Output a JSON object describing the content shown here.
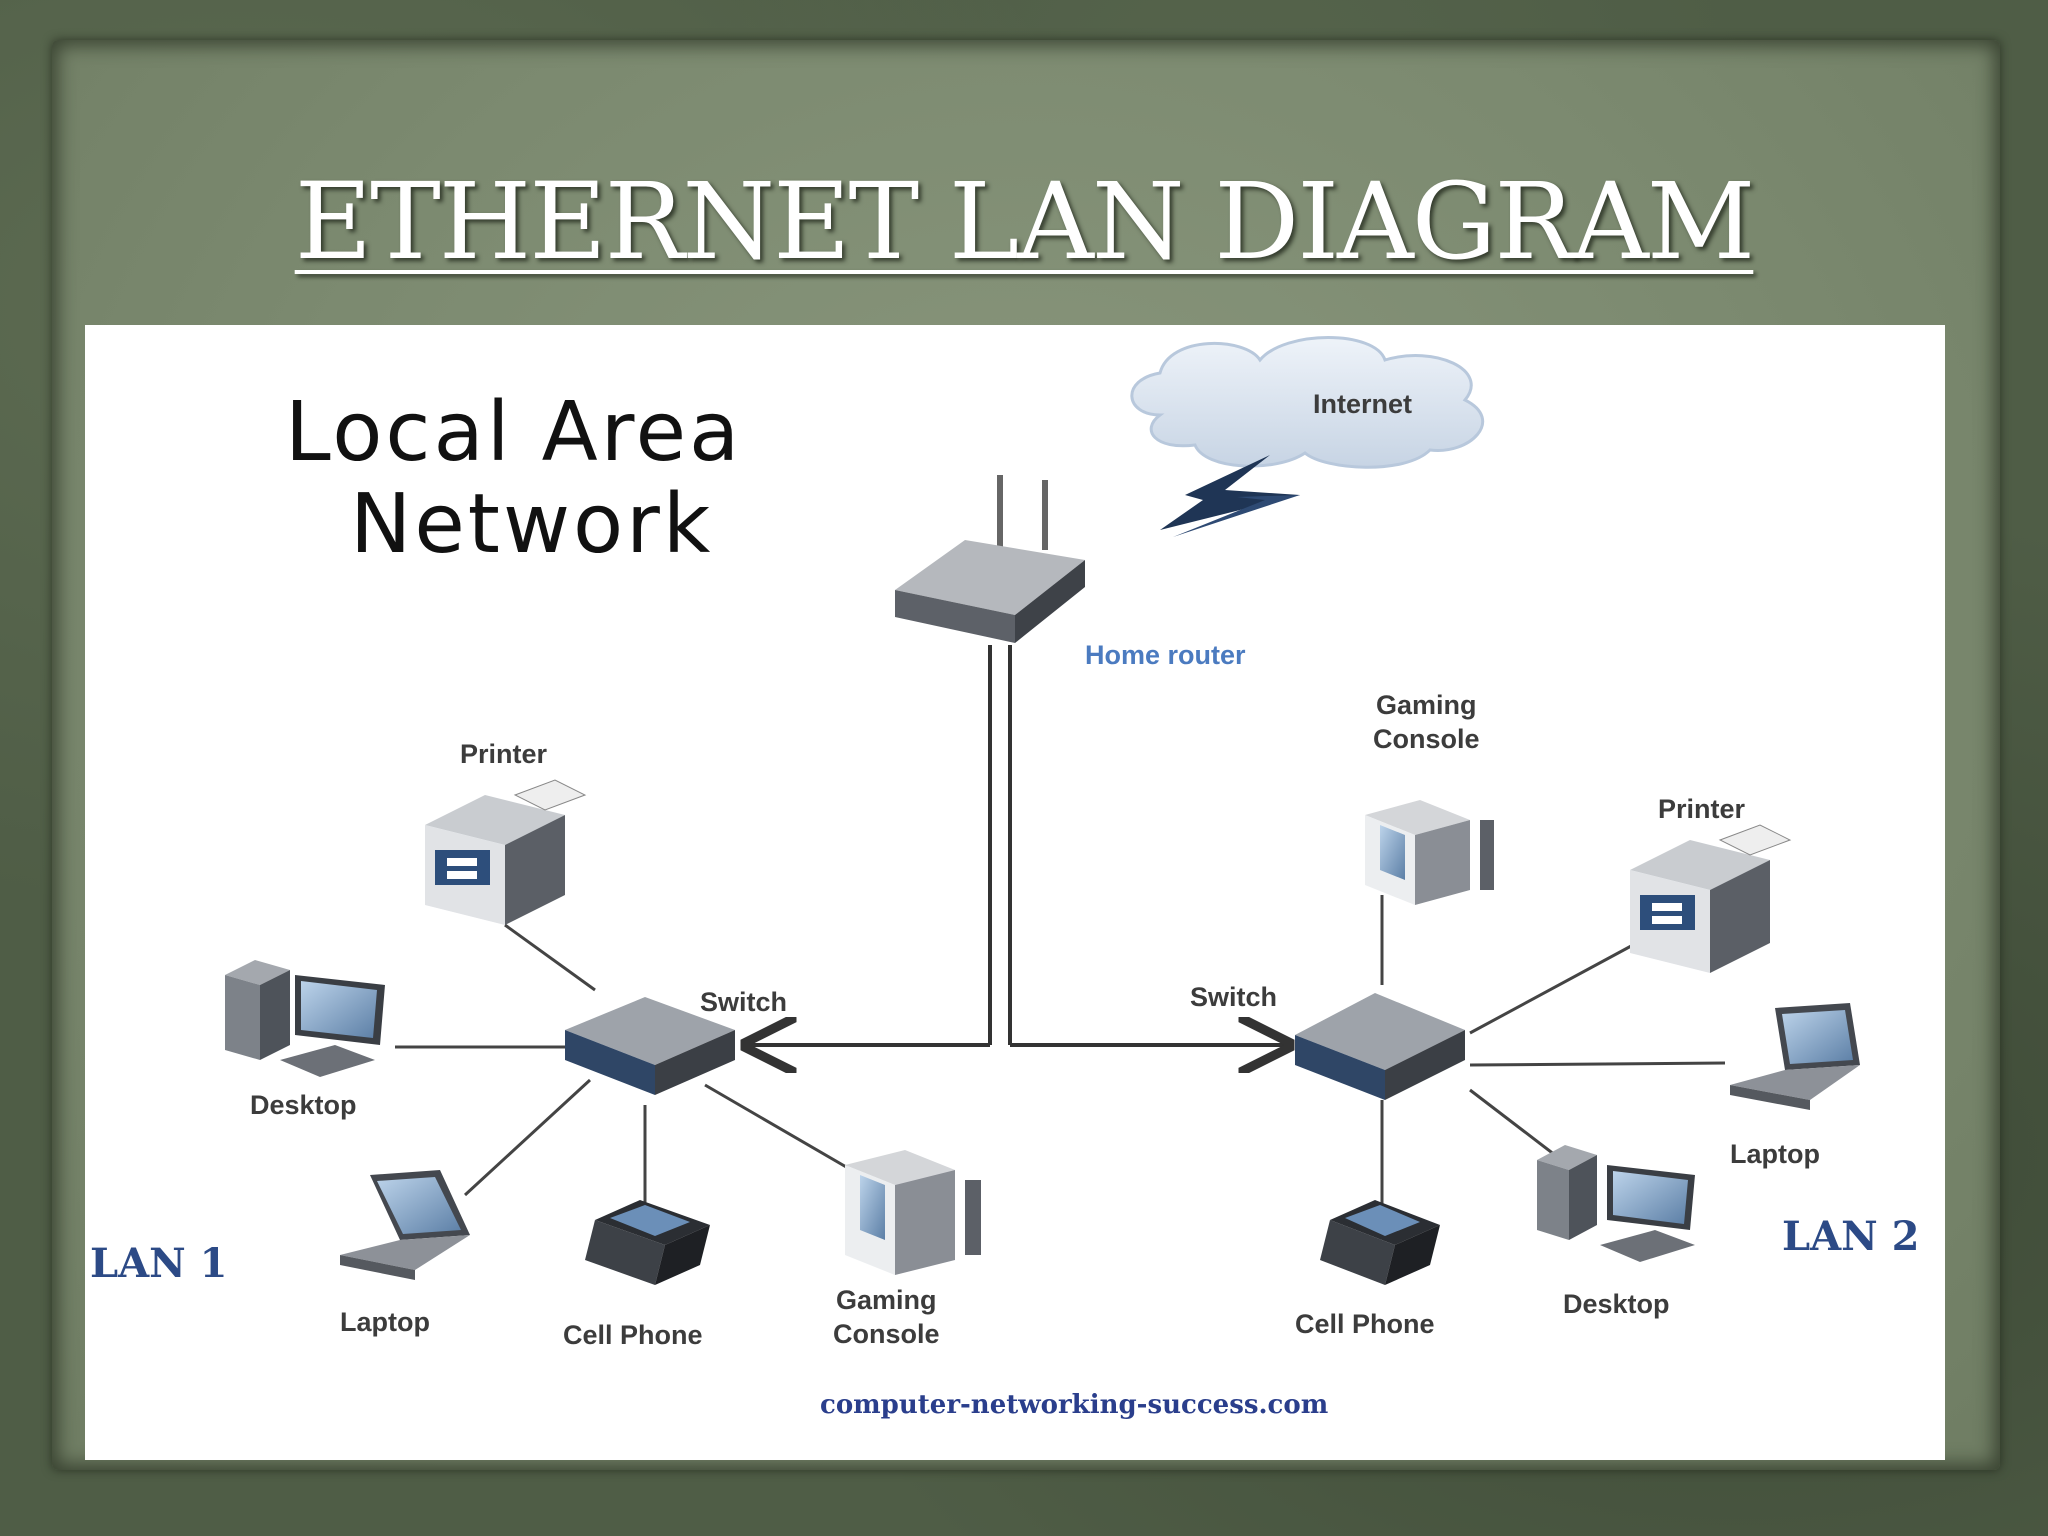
{
  "slide": {
    "title": "ETHERNET LAN DIAGRAM"
  },
  "diagram": {
    "heading_line1": "Local Area",
    "heading_line2": "Network",
    "internet_label": "Internet",
    "router_label": "Home router",
    "lan1": {
      "name": "LAN 1",
      "switch_label": "Switch",
      "printer_label": "Printer",
      "desktop_label": "Desktop",
      "laptop_label": "Laptop",
      "phone_label": "Cell Phone",
      "console_label_line1": "Gaming",
      "console_label_line2": "Console"
    },
    "lan2": {
      "name": "LAN 2",
      "switch_label": "Switch",
      "printer_label": "Printer",
      "desktop_label": "Desktop",
      "laptop_label": "Laptop",
      "phone_label": "Cell Phone",
      "console_label_line1": "Gaming",
      "console_label_line2": "Console"
    },
    "source": "computer-networking-success.com"
  },
  "colors": {
    "background": "#4f5d46",
    "paper": "#7f8d73",
    "title": "#ffffff",
    "router_label": "#4b7bc0",
    "lan_label": "#2c4a86",
    "cloud": "#d6e1ee"
  }
}
